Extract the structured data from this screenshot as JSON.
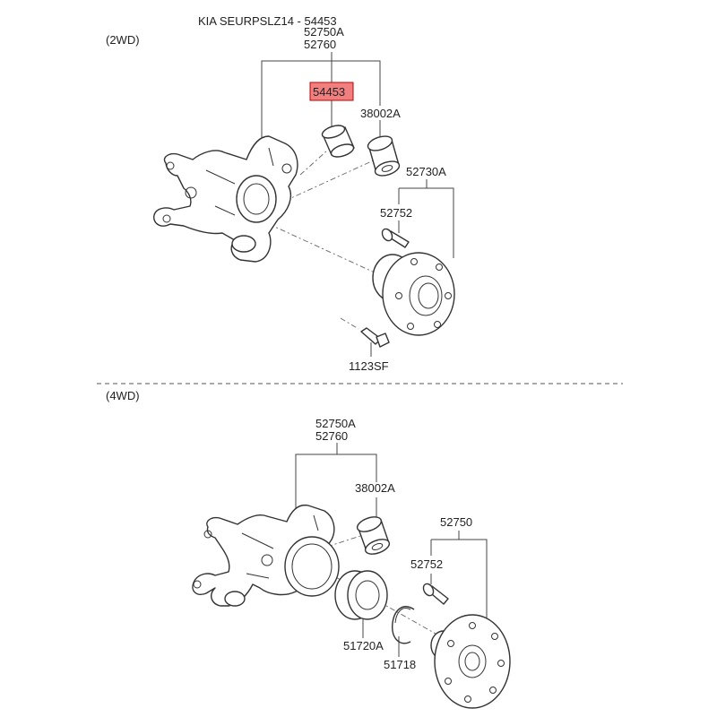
{
  "title": "KIA SEURPSLZ14 - 54453",
  "colors": {
    "highlight_fill": "#f08080",
    "highlight_stroke": "#c00000",
    "line": "#333333"
  },
  "section_2wd": {
    "label": "(2WD)",
    "knuckle_numbers": [
      "52750A",
      "52760"
    ],
    "highlighted_part": "54453",
    "bushing": "38002A",
    "hub_assembly": "52730A",
    "hub_bolt": "52752",
    "mount_bolt": "1123SF"
  },
  "section_4wd": {
    "label": "(4WD)",
    "knuckle_numbers": [
      "52750A",
      "52760"
    ],
    "bushing": "38002A",
    "hub": "52750",
    "hub_bolt": "52752",
    "bearing": "51720A",
    "snap_ring": "51718"
  }
}
